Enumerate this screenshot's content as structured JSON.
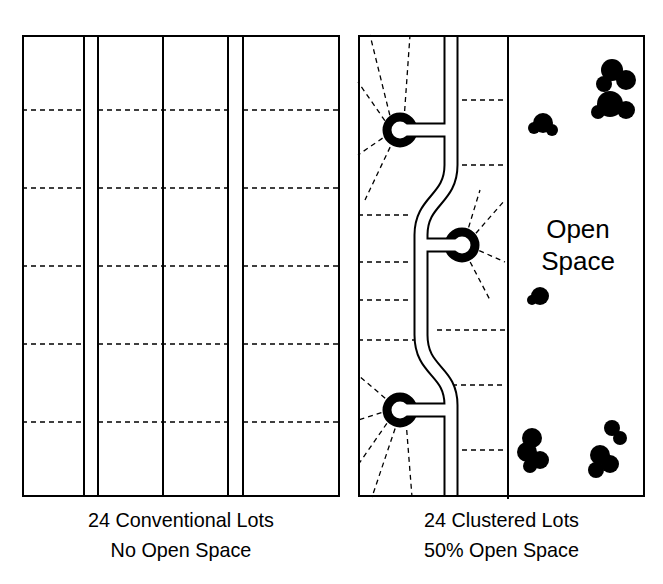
{
  "diagram": {
    "nodes": [
      {
        "text": [
          "24 Conventional Lots",
          "No Open Space"
        ]
      },
      {
        "text": [
          "24 Clustered Lots",
          "50% Open Space"
        ]
      },
      {
        "text": [
          "Open Space"
        ],
        "in": 1
      }
    ]
  }
}
